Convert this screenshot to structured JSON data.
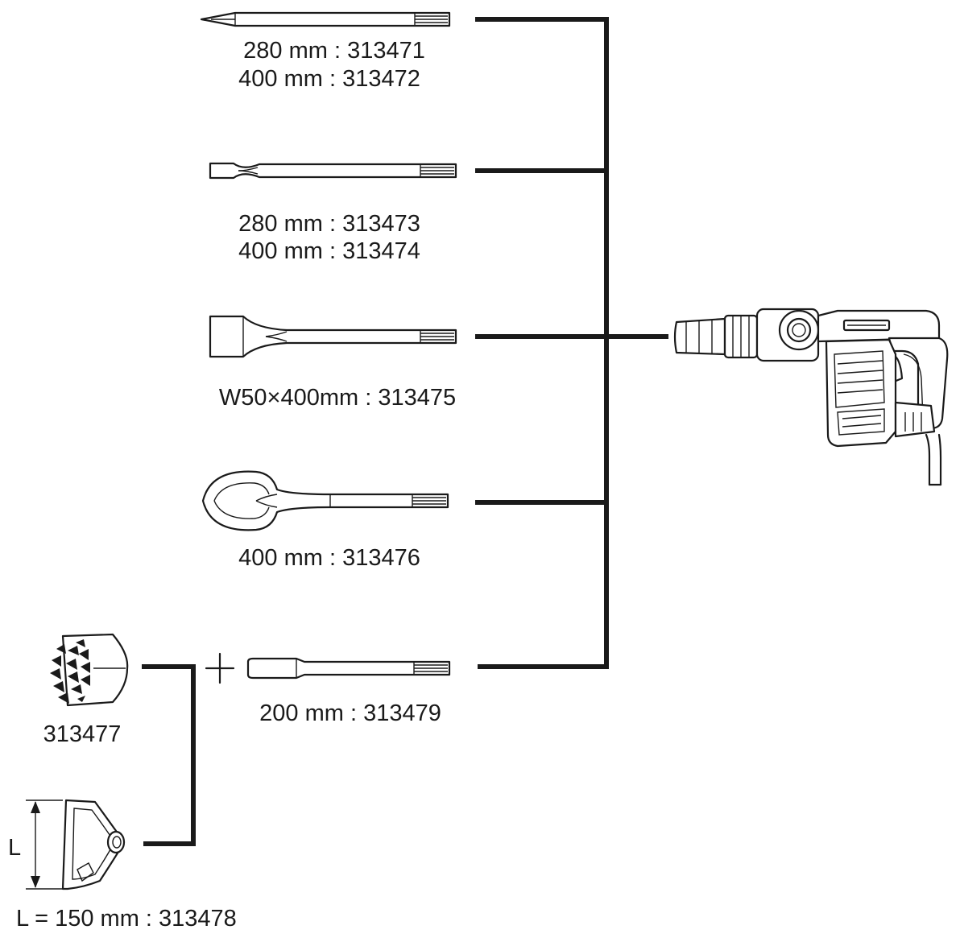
{
  "accessories": {
    "bull_point": {
      "line1": "280 mm : 313471",
      "line2": "400 mm : 313472"
    },
    "cold_chisel": {
      "line1": "280 mm : 313473",
      "line2": "400 mm : 313474"
    },
    "scaling_chisel": {
      "line1": "W50×400mm : 313475"
    },
    "clay_spade": {
      "line1": "400 mm : 313476"
    },
    "shank": {
      "line1": "200 mm : 313479"
    },
    "bushing_tool": {
      "line1": "313477"
    },
    "tamper": {
      "line1": "L = 150 mm : 313478",
      "dim_label": "L"
    }
  },
  "connectors": {
    "plus_sign": "+"
  }
}
